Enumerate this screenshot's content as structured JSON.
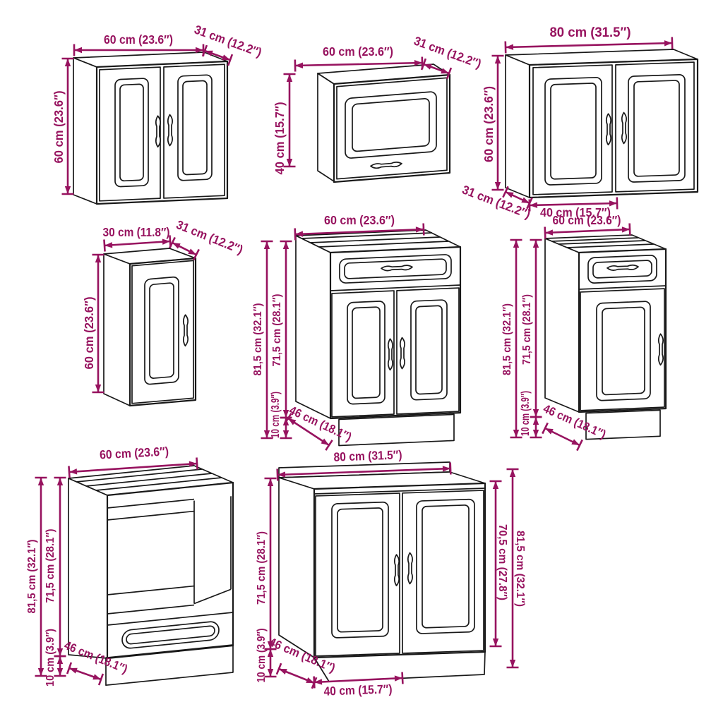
{
  "title": "kitchen cabinet set dimension diagram",
  "accent_color": "#97135f",
  "line_color": "#191919",
  "background": "#ffffff",
  "cabinets": [
    {
      "name": "wall-cabinet-60-two-doors",
      "labels": {
        "width": "60 cm (23.6″)",
        "depth": "31 cm (12.2″)",
        "height": "60 cm (23.6″)"
      }
    },
    {
      "name": "wall-cabinet-60-flip-up-glass",
      "labels": {
        "width": "60 cm (23.6″)",
        "depth": "31 cm (12.2″)",
        "height": "40 cm (15.7″)"
      }
    },
    {
      "name": "wall-cabinet-80-two-doors",
      "labels": {
        "width": "80 cm (31.5″)",
        "height": "60 cm (23.6″)",
        "depth": "31 cm (12.2″)",
        "door_width": "40 cm (15.7″)"
      }
    },
    {
      "name": "wall-cabinet-30-one-door",
      "labels": {
        "width": "30 cm (11.8″)",
        "depth": "31 cm (12.2″)",
        "height": "60 cm (23.6″)"
      }
    },
    {
      "name": "base-cabinet-60-drawer-two-doors",
      "labels": {
        "width": "60 cm (23.6″)",
        "total_height": "81,5 cm (32.1″)",
        "body_height": "71,5 cm (28.1″)",
        "plinth_height": "10 cm (3.9″)",
        "depth": "46 cm (18.1″)"
      }
    },
    {
      "name": "base-cabinet-40-drawer-one-door",
      "labels": {
        "width": "60 cm (23.6″)",
        "total_height": "81,5 cm (32.1″)",
        "body_height": "71,5 cm (28.1″)",
        "plinth_height": "10 cm (3.9″)",
        "depth": "46 cm (18.1″)"
      }
    },
    {
      "name": "oven-base-cabinet-60",
      "labels": {
        "width": "60 cm (23.6″)",
        "total_height": "81,5 cm (32.1″)",
        "body_height": "71,5 cm (28.1″)",
        "plinth_height": "10 cm (3.9″)",
        "depth": "46 cm (18.1″)"
      }
    },
    {
      "name": "sink-base-cabinet-80-two-doors",
      "labels": {
        "width": "80 cm (31.5″)",
        "body_height": "71,5 cm (28.1″)",
        "plinth_height": "10 cm (3.9″)",
        "depth": "46 cm (18.1″)",
        "door_width": "40 cm (15.7″)",
        "inner_height": "70,5 cm (27.8″)",
        "total_height": "81,5 cm (32.1″)"
      }
    }
  ]
}
